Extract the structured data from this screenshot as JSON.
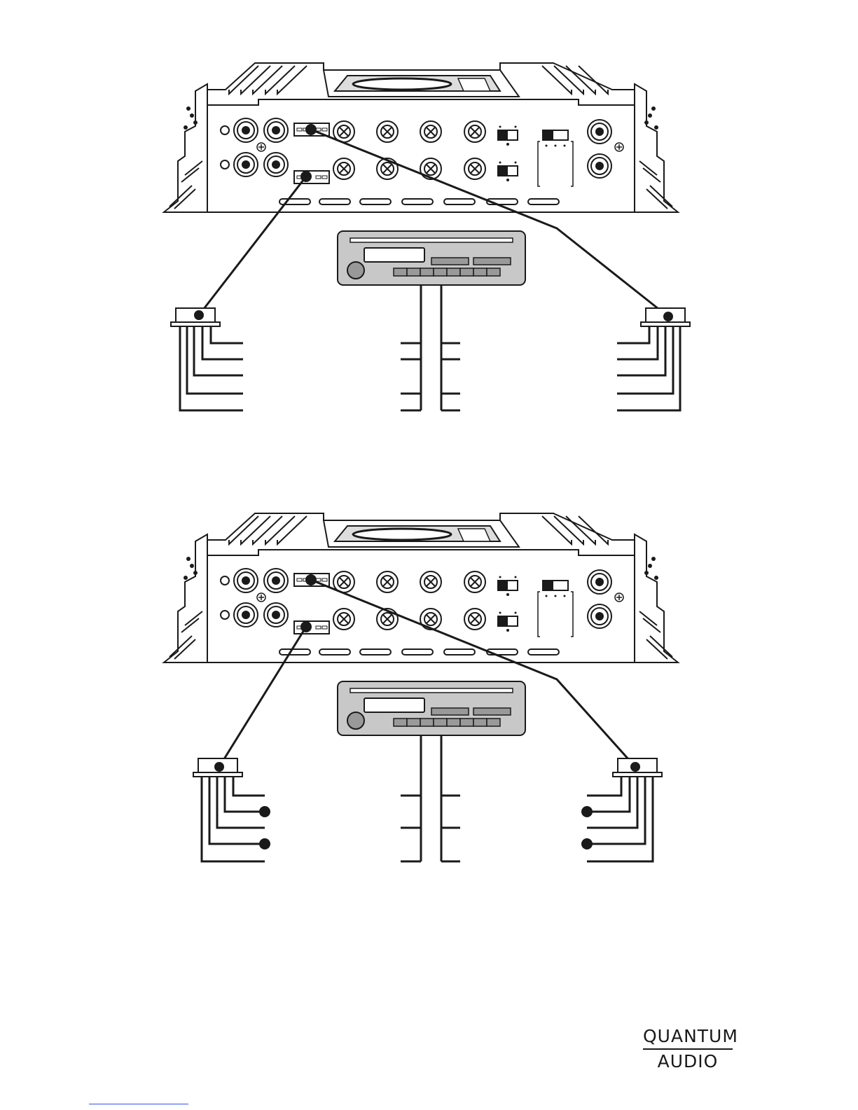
{
  "brand": {
    "line1": "QUANTUM",
    "line2": "AUDIO"
  },
  "colors": {
    "ink": "#1a1a1a",
    "radio_fill": "#c8c8c8",
    "knob_fill": "#999999",
    "link": "#3355ee"
  },
  "diagrams": [
    {
      "name": "wiring-diagram-a",
      "output_terminals": "plain"
    },
    {
      "name": "wiring-diagram-b",
      "output_terminals": "dotted"
    }
  ]
}
